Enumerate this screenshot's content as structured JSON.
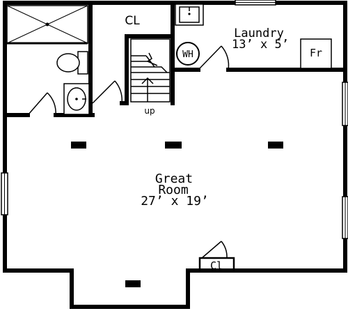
{
  "rooms": {
    "closet_top": "CL",
    "laundry_name": "Laundry",
    "laundry_size": "13’ x 5’",
    "water_heater": "WH",
    "fridge": "Fr",
    "great_room_line1": "Great",
    "great_room_line2": "Room",
    "great_room_size": "27’ x 19’",
    "closet_bottom": "Cl",
    "stairs_up": "up"
  }
}
